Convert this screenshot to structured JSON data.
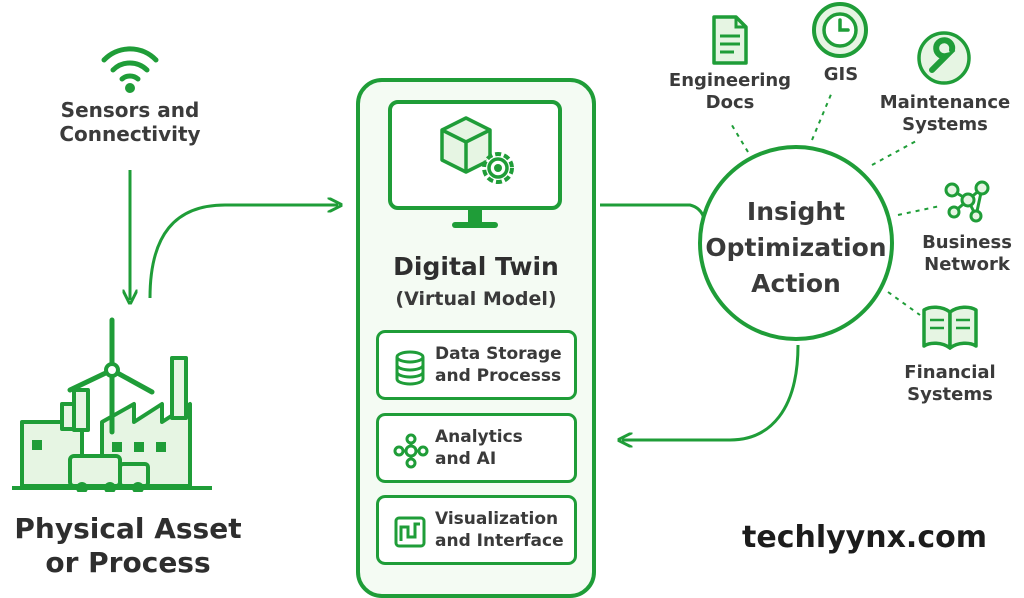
{
  "sensors": {
    "label": "Sensors and\nConnectivity",
    "icon": "wifi-icon"
  },
  "physical_asset": {
    "label": "Physical Asset\nor Process",
    "icon": "factory-windturbine-icon"
  },
  "digital_twin": {
    "title": "Digital Twin",
    "subtitle": "(Virtual Model)",
    "icon": "cube-gear-monitor-icon",
    "modules": [
      {
        "label": "Data Storage\nand Processs",
        "icon": "database-icon"
      },
      {
        "label": "Analytics\nand AI",
        "icon": "network-nodes-icon"
      },
      {
        "label": "Visualization\nand Interface",
        "icon": "chart-screen-icon"
      }
    ]
  },
  "hub": {
    "lines": [
      "Insight",
      "Optimization",
      "Action"
    ]
  },
  "satellites": [
    {
      "label": "Engineering\nDocs",
      "icon": "document-icon"
    },
    {
      "label": "GIS",
      "icon": "globe-icon"
    },
    {
      "label": "Maintenance\nSystems",
      "icon": "wrench-icon"
    },
    {
      "label": "Business\nNetwork",
      "icon": "network-icon"
    },
    {
      "label": "Financial\nSystems",
      "icon": "book-icon"
    }
  ],
  "brand": "techlyynx.com",
  "colors": {
    "accent": "#1f9d38",
    "accent_light": "#e6f5e3",
    "text": "#3a3a3a"
  }
}
